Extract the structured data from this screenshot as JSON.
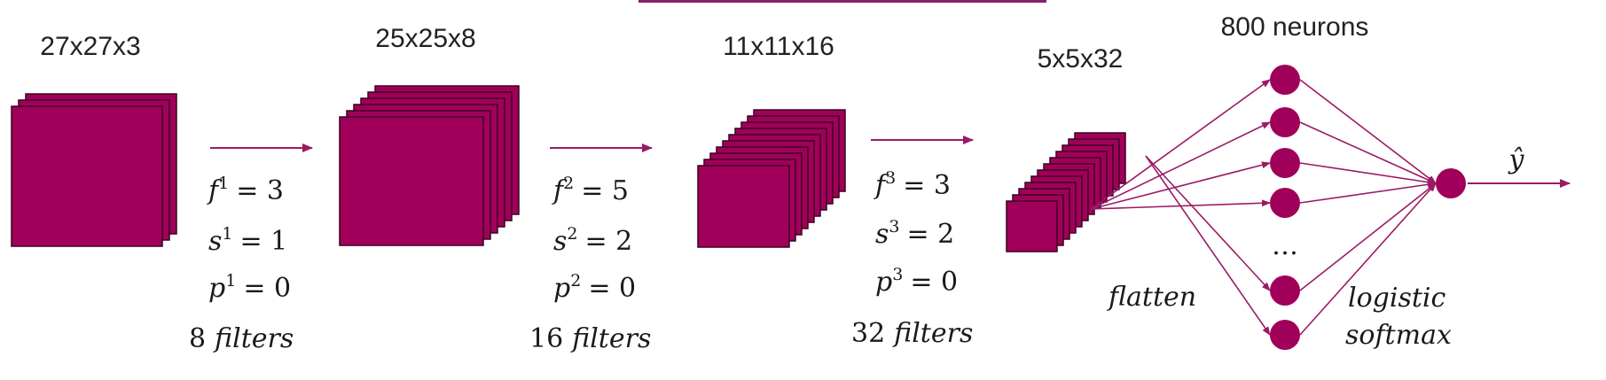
{
  "colors": {
    "volume_fill": "#a0005a",
    "volume_stroke": "#3a0020",
    "arrow": "#9b1a64",
    "neuron_fill": "#a0005a",
    "text": "#1a1a1a",
    "top_bar": "#8a1e68"
  },
  "layers": [
    {
      "dims": "27x27x3"
    },
    {
      "dims": "25x25x8"
    },
    {
      "dims": "11x11x16"
    },
    {
      "dims": "5x5x32"
    }
  ],
  "convs": [
    {
      "f_var": "f",
      "f_sup": "1",
      "f_val": "= 3",
      "s_var": "s",
      "s_sup": "1",
      "s_val": "= 1",
      "p_var": "p",
      "p_sup": "1",
      "p_val": "= 0",
      "filters_count": "8",
      "filters_word": "filters"
    },
    {
      "f_var": "f",
      "f_sup": "2",
      "f_val": "= 5",
      "s_var": "s",
      "s_sup": "2",
      "s_val": "= 2",
      "p_var": "p",
      "p_sup": "2",
      "p_val": "= 0",
      "filters_count": "16",
      "filters_word": "filters"
    },
    {
      "f_var": "f",
      "f_sup": "3",
      "f_val": "= 3",
      "s_var": "s",
      "s_sup": "3",
      "s_val": "= 2",
      "p_var": "p",
      "p_sup": "3",
      "p_val": "= 0",
      "filters_count": "32",
      "filters_word": "filters"
    }
  ],
  "fc": {
    "title": "800 neurons",
    "ellipsis": "…",
    "flatten_label": "flatten",
    "activation_line1": "logistic",
    "activation_line2": "softmax",
    "output_label": "ŷ"
  },
  "icons": {
    "arrows": "right-arrow-icon"
  }
}
